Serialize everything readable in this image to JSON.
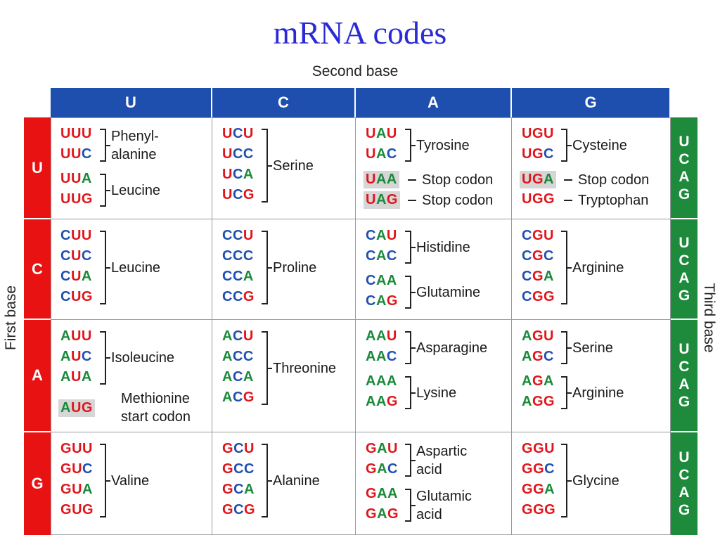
{
  "title": "mRNA codes",
  "second_base_label": "Second base",
  "first_base_label": "First base",
  "third_base_label": "Third base",
  "columns": [
    "U",
    "C",
    "A",
    "G"
  ],
  "rows": [
    "U",
    "C",
    "A",
    "G"
  ],
  "third_base_letters": [
    "U",
    "C",
    "A",
    "G"
  ],
  "colors": {
    "U": "#e0151b",
    "C": "#1f4fb0",
    "A": "#1a8a3a",
    "G": "#e0151b",
    "header_blue": "#1e4fae",
    "first_base_red": "#e81212",
    "third_base_green": "#1d8a3c",
    "highlight_gray": "#d6d6d6"
  },
  "cells": [
    {
      "row": "U",
      "col": "U",
      "codons": [
        "UUU",
        "UUC",
        "UUA",
        "UUG"
      ],
      "highlight": [],
      "groups": [
        {
          "codons": [
            0,
            1
          ],
          "label": [
            "Phenyl-",
            "alanine"
          ]
        },
        {
          "codons": [
            2,
            3
          ],
          "label": [
            "Leucine"
          ]
        }
      ]
    },
    {
      "row": "U",
      "col": "C",
      "codons": [
        "UCU",
        "UCC",
        "UCA",
        "UCG"
      ],
      "highlight": [],
      "groups": [
        {
          "codons": [
            0,
            1,
            2,
            3
          ],
          "label": [
            "Serine"
          ]
        }
      ]
    },
    {
      "row": "U",
      "col": "A",
      "codons": [
        "UAU",
        "UAC",
        "UAA",
        "UAG"
      ],
      "highlight": [
        2,
        3
      ],
      "groups": [
        {
          "codons": [
            0,
            1
          ],
          "label": [
            "Tyrosine"
          ]
        },
        {
          "codons": [
            2
          ],
          "label": [
            "Stop codon"
          ],
          "dash": true
        },
        {
          "codons": [
            3
          ],
          "label": [
            "Stop codon"
          ],
          "dash": true
        }
      ]
    },
    {
      "row": "U",
      "col": "G",
      "codons": [
        "UGU",
        "UGC",
        "UGA",
        "UGG"
      ],
      "highlight": [
        2
      ],
      "groups": [
        {
          "codons": [
            0,
            1
          ],
          "label": [
            "Cysteine"
          ]
        },
        {
          "codons": [
            2
          ],
          "label": [
            "Stop codon"
          ],
          "dash": true
        },
        {
          "codons": [
            3
          ],
          "label": [
            "Tryptophan"
          ],
          "dash": true
        }
      ]
    },
    {
      "row": "C",
      "col": "U",
      "codons": [
        "CUU",
        "CUC",
        "CUA",
        "CUG"
      ],
      "highlight": [],
      "groups": [
        {
          "codons": [
            0,
            1,
            2,
            3
          ],
          "label": [
            "Leucine"
          ]
        }
      ]
    },
    {
      "row": "C",
      "col": "C",
      "codons": [
        "CCU",
        "CCC",
        "CCA",
        "CCG"
      ],
      "highlight": [],
      "groups": [
        {
          "codons": [
            0,
            1,
            2,
            3
          ],
          "label": [
            "Proline"
          ]
        }
      ]
    },
    {
      "row": "C",
      "col": "A",
      "codons": [
        "CAU",
        "CAC",
        "CAA",
        "CAG"
      ],
      "highlight": [],
      "groups": [
        {
          "codons": [
            0,
            1
          ],
          "label": [
            "Histidine"
          ]
        },
        {
          "codons": [
            2,
            3
          ],
          "label": [
            "Glutamine"
          ]
        }
      ]
    },
    {
      "row": "C",
      "col": "G",
      "codons": [
        "CGU",
        "CGC",
        "CGA",
        "CGG"
      ],
      "highlight": [],
      "groups": [
        {
          "codons": [
            0,
            1,
            2,
            3
          ],
          "label": [
            "Arginine"
          ]
        }
      ]
    },
    {
      "row": "A",
      "col": "U",
      "codons": [
        "AUU",
        "AUC",
        "AUA",
        "AUG"
      ],
      "highlight": [
        3
      ],
      "groups": [
        {
          "codons": [
            0,
            1,
            2
          ],
          "label": [
            "Isoleucine"
          ]
        },
        {
          "codons": [
            3
          ],
          "label": [
            "Methionine",
            "start codon"
          ],
          "plain": true
        }
      ]
    },
    {
      "row": "A",
      "col": "C",
      "codons": [
        "ACU",
        "ACC",
        "ACA",
        "ACG"
      ],
      "highlight": [],
      "groups": [
        {
          "codons": [
            0,
            1,
            2,
            3
          ],
          "label": [
            "Threonine"
          ]
        }
      ]
    },
    {
      "row": "A",
      "col": "A",
      "codons": [
        "AAU",
        "AAC",
        "AAA",
        "AAG"
      ],
      "highlight": [],
      "groups": [
        {
          "codons": [
            0,
            1
          ],
          "label": [
            "Asparagine"
          ]
        },
        {
          "codons": [
            2,
            3
          ],
          "label": [
            "Lysine"
          ]
        }
      ]
    },
    {
      "row": "A",
      "col": "G",
      "codons": [
        "AGU",
        "AGC",
        "AGA",
        "AGG"
      ],
      "highlight": [],
      "groups": [
        {
          "codons": [
            0,
            1
          ],
          "label": [
            "Serine"
          ]
        },
        {
          "codons": [
            2,
            3
          ],
          "label": [
            "Arginine"
          ]
        }
      ]
    },
    {
      "row": "G",
      "col": "U",
      "codons": [
        "GUU",
        "GUC",
        "GUA",
        "GUG"
      ],
      "highlight": [],
      "groups": [
        {
          "codons": [
            0,
            1,
            2,
            3
          ],
          "label": [
            "Valine"
          ]
        }
      ]
    },
    {
      "row": "G",
      "col": "C",
      "codons": [
        "GCU",
        "GCC",
        "GCA",
        "GCG"
      ],
      "highlight": [],
      "groups": [
        {
          "codons": [
            0,
            1,
            2,
            3
          ],
          "label": [
            "Alanine"
          ]
        }
      ]
    },
    {
      "row": "G",
      "col": "A",
      "codons": [
        "GAU",
        "GAC",
        "GAA",
        "GAG"
      ],
      "highlight": [],
      "groups": [
        {
          "codons": [
            0,
            1
          ],
          "label": [
            "Aspartic",
            "acid"
          ]
        },
        {
          "codons": [
            2,
            3
          ],
          "label": [
            "Glutamic",
            "acid"
          ]
        }
      ]
    },
    {
      "row": "G",
      "col": "G",
      "codons": [
        "GGU",
        "GGC",
        "GGA",
        "GGG"
      ],
      "highlight": [],
      "groups": [
        {
          "codons": [
            0,
            1,
            2,
            3
          ],
          "label": [
            "Glycine"
          ]
        }
      ]
    }
  ]
}
